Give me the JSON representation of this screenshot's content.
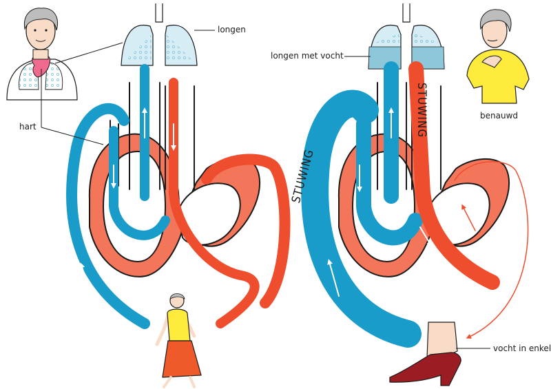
{
  "labels": {
    "longen": "longen",
    "hart": "hart",
    "longen_met_vocht": "longen met vocht",
    "benauwd": "benauwd",
    "vocht_in_enkels": "vocht in enkels",
    "stuwing": "STUWING"
  },
  "colors": {
    "venous_blue": "#1a9ccb",
    "arterial_red": "#ef4e2e",
    "heart_wall": "#f3765a",
    "outline": "#1a1a1a",
    "lung_fill": "#d6edf5",
    "lung_fluid": "#8fc7da",
    "shirt_yellow": "#ffeb3b",
    "skirt_red": "#f05a2b",
    "shoe_red": "#9b1c22",
    "skin": "#f9dcc8"
  },
  "icons": [
    "lungs-icon",
    "heart-icon",
    "woman-portrait-icon",
    "walking-woman-icon",
    "breathless-woman-icon",
    "ankle-shoe-icon"
  ]
}
